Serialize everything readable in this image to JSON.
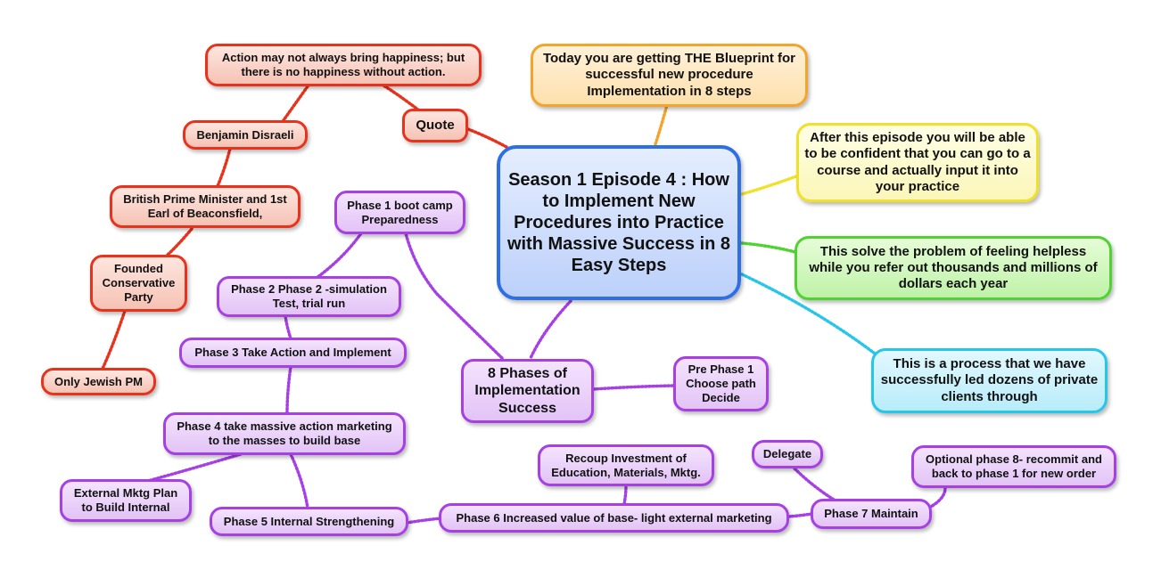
{
  "center": "Season 1 Episode 4 : How to Implement New Procedures into Practice with Massive Success in 8 Easy Steps",
  "quote": {
    "label": "Quote",
    "text": "Action may not always bring happiness; but there is no happiness without action.",
    "author": "Benjamin Disraeli",
    "title": "British Prime Minister and 1st Earl of Beaconsfield,",
    "party": "Founded Conservative Party",
    "fact": "Only Jewish PM"
  },
  "callouts": {
    "blueprint": "Today you are getting THE Blueprint for successful new procedure Implementation in 8 steps",
    "confident": "After this episode you will be able to be confident that you can go to a course and actually input it into your practice",
    "problem": "This solve the problem of feeling helpless while you refer out thousands and millions of dollars each year",
    "process": "This is a process that we have successfully led dozens of private clients through"
  },
  "phases": {
    "root": "8 Phases of Implementation Success",
    "pre": "Pre Phase 1 Choose path Decide",
    "p1": "Phase 1 boot camp Preparedness",
    "p2": "Phase 2 Phase 2 -simulation Test, trial run",
    "p3": "Phase 3 Take Action and Implement",
    "p4": "Phase 4 take massive action marketing to the masses to build base",
    "ext": "External Mktg Plan to Build Internal",
    "p5": "Phase 5 Internal Strengthening",
    "p6": "Phase 6 Increased value of base- light external marketing",
    "recoup": "Recoup Investment of Education, Materials, Mktg.",
    "p7": "Phase 7 Maintain",
    "delegate": "Delegate",
    "p8": "Optional phase 8- recommit and back to phase 1 for new order"
  },
  "colors": {
    "center": "#2f6fe6",
    "quote_branch": "#e8321c",
    "phase_branch": "#a640e4",
    "orange": "#f4a42a",
    "yellow": "#f1e02a",
    "green": "#4fd232",
    "cyan": "#26c6ea"
  }
}
